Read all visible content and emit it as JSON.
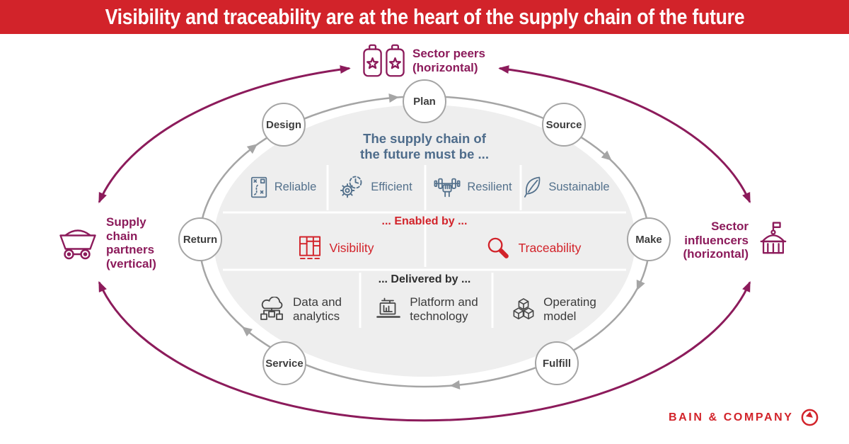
{
  "banner": {
    "title": "Visibility and traceability are at the heart of the supply chain of the future"
  },
  "outer_ring": {
    "top": {
      "label": "Sector peers\n(horizontal)",
      "icon": "star-cans-icon"
    },
    "left": {
      "label": "Supply\nchain\npartners\n(vertical)",
      "icon": "cart-icon"
    },
    "right": {
      "label": "Sector\ninfluencers\n(horizontal)",
      "icon": "capitol-icon"
    }
  },
  "cycle_nodes": [
    {
      "label": "Plan"
    },
    {
      "label": "Source"
    },
    {
      "label": "Make"
    },
    {
      "label": "Fulfill"
    },
    {
      "label": "Service"
    },
    {
      "label": "Return"
    },
    {
      "label": "Design"
    }
  ],
  "panel": {
    "must_be": {
      "heading": "The supply chain of\nthe future must be ...",
      "items": [
        {
          "label": "Reliable",
          "icon": "strategy-icon"
        },
        {
          "label": "Efficient",
          "icon": "gear-clock-icon"
        },
        {
          "label": "Resilient",
          "icon": "dumbbell-icon"
        },
        {
          "label": "Sustainable",
          "icon": "leaf-icon"
        }
      ]
    },
    "enabled_by": {
      "heading": "... Enabled by ...",
      "items": [
        {
          "label": "Visibility",
          "icon": "board-icon"
        },
        {
          "label": "Traceability",
          "icon": "magnifier-icon"
        }
      ]
    },
    "delivered_by": {
      "heading": "... Delivered by ...",
      "items": [
        {
          "label": "Data and\nanalytics",
          "icon": "cloud-network-icon"
        },
        {
          "label": "Platform and\ntechnology",
          "icon": "laptop-icon"
        },
        {
          "label": "Operating\nmodel",
          "icon": "cubes-icon"
        }
      ]
    }
  },
  "footer": {
    "brand": "BAIN & COMPANY",
    "icon": "bain-logo-icon"
  },
  "colors": {
    "banner_red": "#d2232a",
    "magenta": "#8c1b5b",
    "steel_blue": "#54718c",
    "gray": "#a5a5a5",
    "panel_fill": "#eeeeee",
    "dark_text": "#3b3b3b"
  }
}
